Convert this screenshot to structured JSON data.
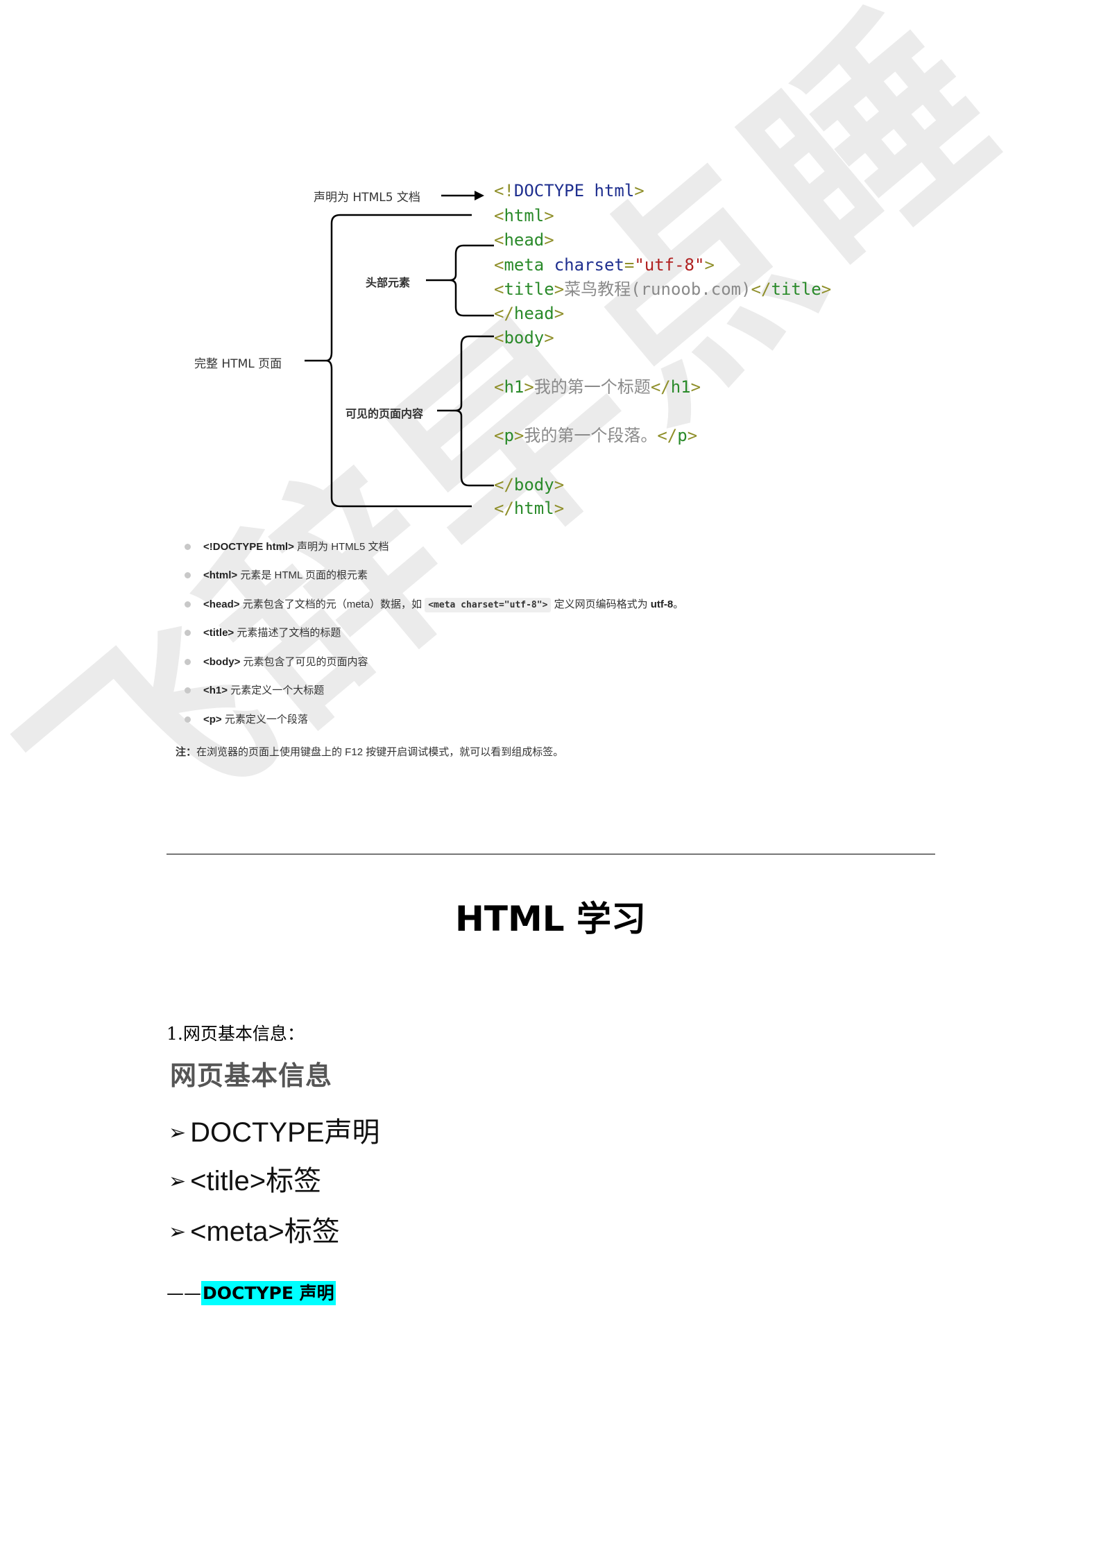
{
  "watermark": "飞辞早点睡",
  "diagram": {
    "labels": {
      "doctype_note": "声明为 HTML5 文档",
      "full_page": "完整 HTML 页面",
      "head_elements": "头部元素",
      "visible_content": "可见的页面内容"
    },
    "code_lines": {
      "doctype": {
        "open": "<!",
        "kw": "DOCTYPE html",
        "close": ">"
      },
      "html_open": {
        "lt": "<",
        "name": "html",
        "gt": ">"
      },
      "head_open": {
        "lt": "<",
        "name": "head",
        "gt": ">"
      },
      "meta": {
        "lt": "<",
        "name": "meta",
        "attr": "charset",
        "eq": "=",
        "val": "\"utf-8\"",
        "gt": ">"
      },
      "title": {
        "lt": "<",
        "name": "title",
        "gt": ">",
        "text": "菜鸟教程(runoob.com)",
        "lt2": "</",
        "name2": "title",
        "gt2": ">"
      },
      "head_close": {
        "lt": "</",
        "name": "head",
        "gt": ">"
      },
      "body_open": {
        "lt": "<",
        "name": "body",
        "gt": ">"
      },
      "h1": {
        "lt": "<",
        "name": "h1",
        "gt": ">",
        "text": "我的第一个标题",
        "lt2": "</",
        "name2": "h1",
        "gt2": ">"
      },
      "p": {
        "lt": "<",
        "name": "p",
        "gt": ">",
        "text": "我的第一个段落。",
        "lt2": "</",
        "name2": "p",
        "gt2": ">"
      },
      "body_close": {
        "lt": "</",
        "name": "body",
        "gt": ">"
      },
      "html_close": {
        "lt": "</",
        "name": "html",
        "gt": ">"
      }
    },
    "colors": {
      "punct": "#8f8f2a",
      "tag": "#2a8a2a",
      "keyword": "#1f2f8f",
      "string": "#b02020",
      "text": "#8a8a8a"
    }
  },
  "bullets": [
    {
      "tag": "<!DOCTYPE html>",
      "desc": " 声明为 HTML5 文档"
    },
    {
      "tag": "<html>",
      "desc": " 元素是 HTML 页面的根元素"
    },
    {
      "tag": "<head>",
      "desc": " 元素包含了文档的元（meta）数据，如 ",
      "code": "<meta charset=\"utf-8\">",
      "desc2": " 定义网页编码格式为 ",
      "bold_end": "utf-8",
      "end": "。"
    },
    {
      "tag": "<title>",
      "desc": " 元素描述了文档的标题"
    },
    {
      "tag": "<body>",
      "desc": " 元素包含了可见的页面内容"
    },
    {
      "tag": "<h1>",
      "desc": " 元素定义一个大标题"
    },
    {
      "tag": "<p>",
      "desc": " 元素定义一个段落"
    }
  ],
  "note": {
    "label": "注：",
    "text": "在浏览器的页面上使用键盘上的 F12 按键开启调试模式，就可以看到组成标签。"
  },
  "title": "HTML 学习",
  "section1": {
    "heading": "1.网页基本信息：",
    "slide_title": "网页基本信息",
    "items": [
      "DOCTYPE声明",
      "<title>标签",
      "<meta>标签"
    ],
    "arrow": "➢"
  },
  "doctype_heading": {
    "dash": "——",
    "label": "DOCTYPE 声明",
    "highlight": "#00ffff"
  }
}
